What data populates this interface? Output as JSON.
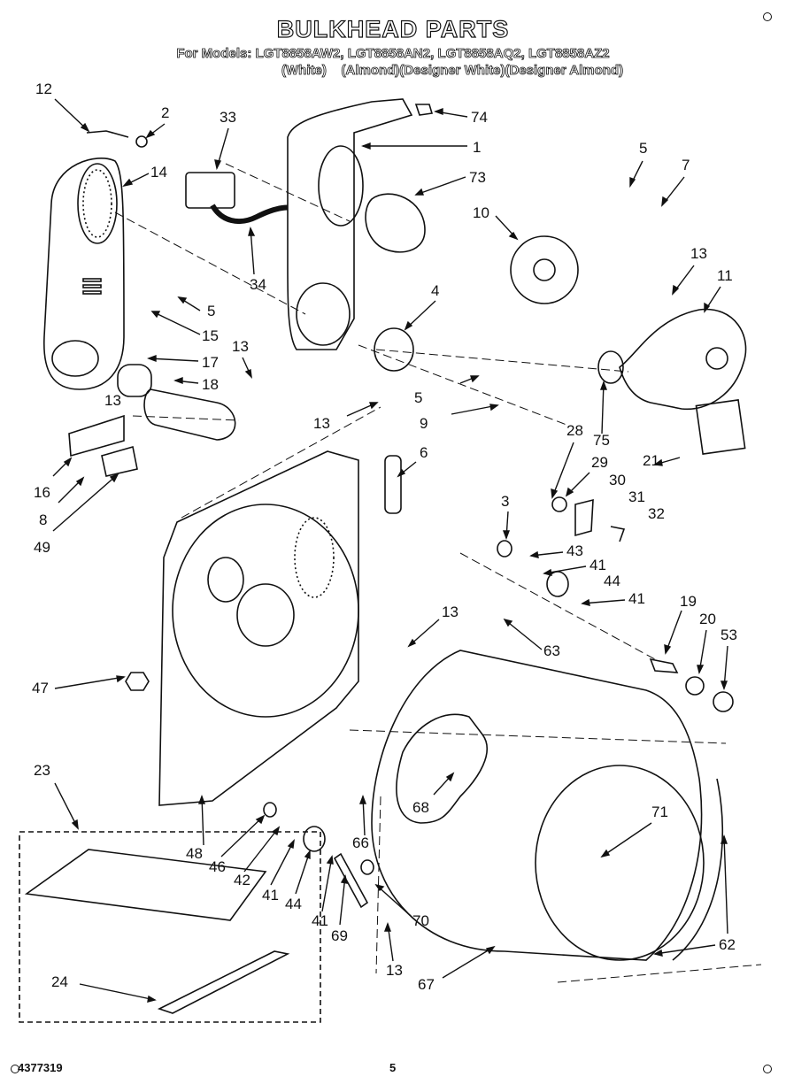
{
  "header": {
    "title": "BULKHEAD PARTS",
    "models": "For Models: LGT8858AW2, LGT8858AN2, LGT8858AQ2, LGT8858AZ2",
    "colors": "(White)    (Almond)(Designer White)(Designer Almond)"
  },
  "footer": {
    "doc_number": "4377319",
    "page_number": "5"
  },
  "callouts": [
    "12",
    "2",
    "33",
    "74",
    "1",
    "14",
    "73",
    "5",
    "7",
    "10",
    "34",
    "4",
    "13",
    "11",
    "5",
    "15",
    "13",
    "17",
    "18",
    "13",
    "5",
    "9",
    "13",
    "28",
    "75",
    "6",
    "29",
    "30",
    "31",
    "32",
    "21",
    "16",
    "8",
    "49",
    "3",
    "43",
    "41",
    "44",
    "41",
    "19",
    "20",
    "53",
    "13",
    "63",
    "47",
    "23",
    "68",
    "71",
    "66",
    "48",
    "46",
    "42",
    "41",
    "44",
    "70",
    "41",
    "69",
    "62",
    "13",
    "24",
    "67"
  ],
  "colors": {
    "ink": "#111111",
    "background": "#ffffff"
  }
}
